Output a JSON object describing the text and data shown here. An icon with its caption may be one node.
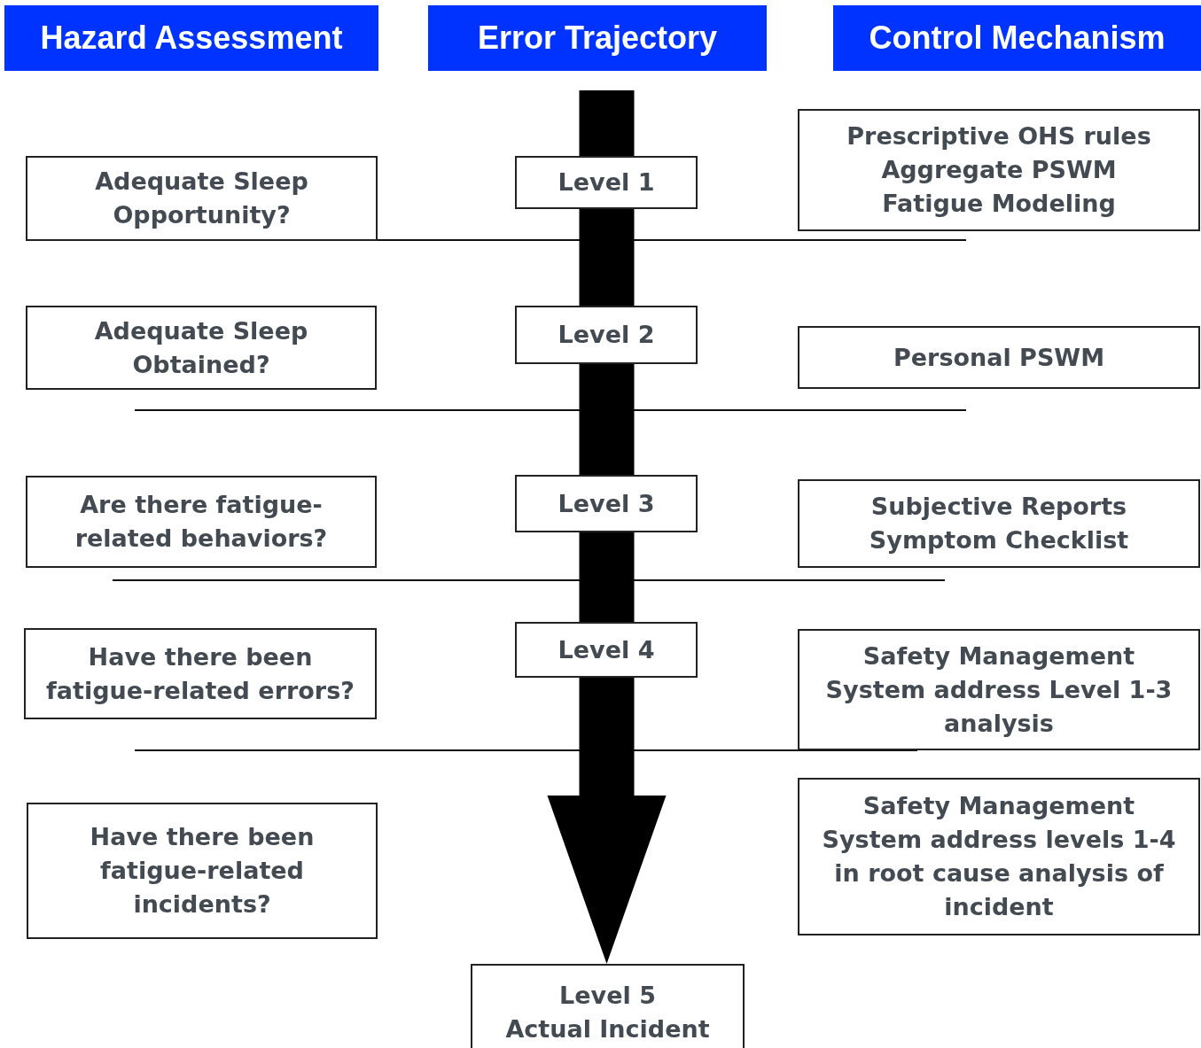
{
  "diagram": {
    "nodes": [
      {
        "text": [
          "Hazard Assessment"
        ]
      },
      {
        "text": [
          "Error Trajectory"
        ]
      },
      {
        "text": [
          "Control Mechanism"
        ]
      },
      {
        "text": [
          "Adequate Sleep Opportunity?"
        ]
      },
      {
        "text": [
          "Level 1"
        ]
      },
      {
        "text": [
          "Prescriptive OHS rules",
          "Aggregate PSWM",
          "Fatigue Modeling"
        ]
      },
      {
        "text": [
          "Adequate Sleep Obtained?"
        ]
      },
      {
        "text": [
          "Level 2"
        ]
      },
      {
        "text": [
          "Personal PSWM"
        ]
      },
      {
        "text": [
          "Are there fatigue-related behaviors?"
        ]
      },
      {
        "text": [
          "Level 3"
        ]
      },
      {
        "text": [
          "Subjective Reports",
          "Symptom Checklist"
        ]
      },
      {
        "text": [
          "Have there been fatigue-related errors?"
        ]
      },
      {
        "text": [
          "Level 4"
        ]
      },
      {
        "text": [
          "Safety Management System address Level 1-3 analysis"
        ]
      },
      {
        "text": [
          "Have there been fatigue-related incidents?"
        ]
      },
      {
        "text": [
          "Safety Management System address levels 1-4 in root cause analysis of incident"
        ]
      },
      {
        "text": [
          "Level 5",
          "Actual Incident"
        ]
      }
    ],
    "edges": [
      {
        "from": null,
        "to": 17,
        "arrow": "to"
      }
    ]
  }
}
